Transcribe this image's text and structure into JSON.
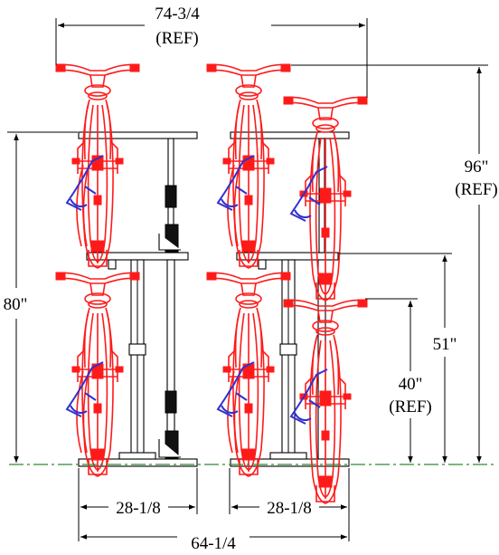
{
  "drawing": {
    "dimensions": {
      "overall_width": {
        "value": "74-3/4",
        "note": "(REF)"
      },
      "overall_height": {
        "value": "96\"",
        "note": "(REF)"
      },
      "upper_post_height": {
        "value": "80\""
      },
      "upper_tier_height": {
        "value": "51\""
      },
      "lower_bike_height": {
        "value": "40\"",
        "note": "(REF)"
      },
      "left_base_width": {
        "value": "28-1/8"
      },
      "right_base_width": {
        "value": "28-1/8"
      },
      "overall_base_width": {
        "value": "64-1/4"
      }
    },
    "colors": {
      "bike": "#ff1a1a",
      "lock": "#3030d0",
      "ground_line": "#2e8b2e",
      "rack": "#000000"
    }
  }
}
